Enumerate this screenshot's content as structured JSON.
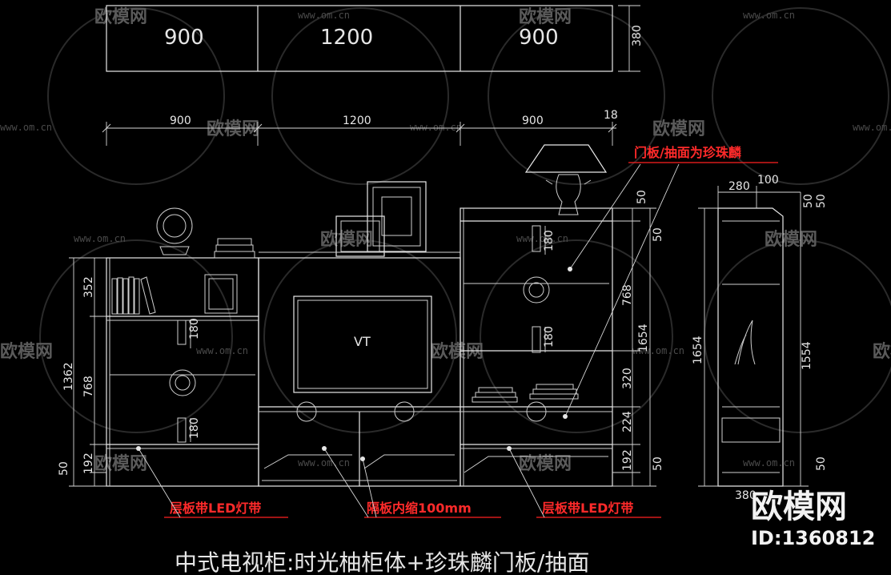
{
  "title": "中式电视柜:时光柚柜体+珍珠麟门板/抽面",
  "callouts": {
    "door_note": "门板/抽面为珍珠麟",
    "led_left": "层板带LED灯带",
    "partition": "隔板内缩100mm",
    "led_right": "层板带LED灯带"
  },
  "tv_label": "VT",
  "watermark": {
    "brand": "欧模网",
    "url": "www.om.cn"
  },
  "brand_block": {
    "name": "欧模网",
    "id": "ID:1360812"
  },
  "plan_widths": [
    "900",
    "1200",
    "900"
  ],
  "plan_depth": "380",
  "front_dims": {
    "top": [
      "900",
      "1200",
      "900",
      "18"
    ],
    "left_outer": "1362",
    "left_inner": [
      "352",
      "768",
      "192",
      "50"
    ],
    "handle": "180",
    "right_outer": "1654",
    "right_inner": [
      "50",
      "50",
      "768",
      "320",
      "224",
      "192",
      "50"
    ]
  },
  "side_dims": {
    "top": [
      "280",
      "100"
    ],
    "top_right": [
      "50",
      "50"
    ],
    "left": "1654",
    "right": "1554",
    "bottom_right": "50",
    "bottom": "380"
  }
}
